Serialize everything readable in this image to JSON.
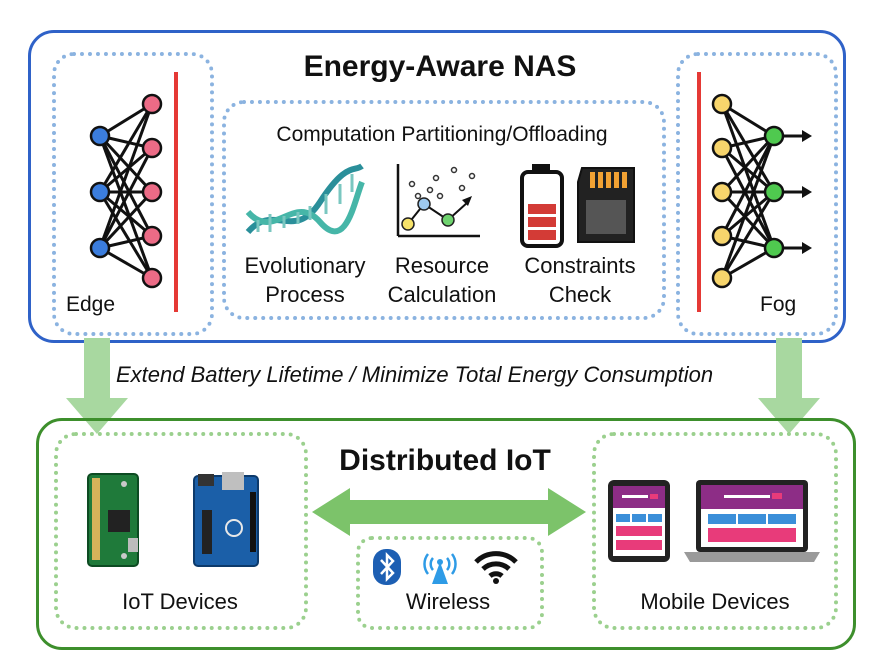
{
  "top": {
    "title": "Energy-Aware NAS",
    "edge_label": "Edge",
    "fog_label": "Fog",
    "center": {
      "heading": "Computation Partitioning/Offloading",
      "items": [
        {
          "line1": "Evolutionary",
          "line2": "Process",
          "icon": "dna-helix-icon"
        },
        {
          "line1": "Resource",
          "line2": "Calculation",
          "icon": "scatter-plot-icon"
        },
        {
          "line1": "Constraints",
          "line2": "Check",
          "icon": "battery-sdcard-icon"
        }
      ]
    }
  },
  "middle_caption": "Extend Battery Lifetime / Minimize Total Energy Consumption",
  "bottom": {
    "title": "Distributed IoT",
    "iot_label": "IoT Devices",
    "wireless_label": "Wireless",
    "mobile_label": "Mobile Devices"
  },
  "colors": {
    "top_border": "#2f62c8",
    "bottom_border": "#3d8f2c",
    "dotted_blue": "#8bb3e0",
    "dotted_green": "#9bd08e",
    "red_line": "#e53935",
    "node_blue": "#3b7ddd",
    "node_pink": "#ec6b86",
    "node_yellow": "#f7d56c",
    "node_green": "#4fc94f",
    "arrow_green": "#a8d8a0"
  }
}
